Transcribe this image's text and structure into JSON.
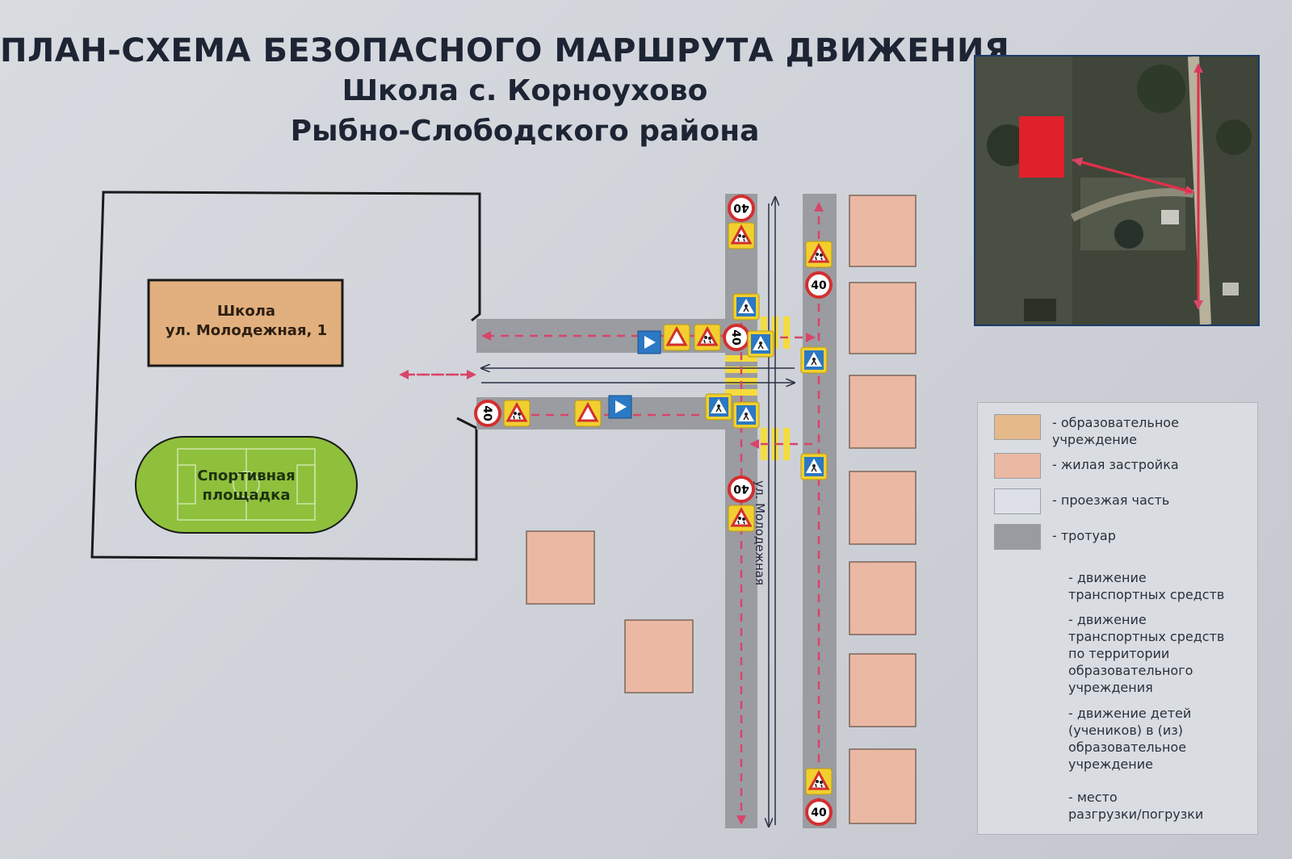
{
  "title": {
    "line1": "ПЛАН-СХЕМА БЕЗОПАСНОГО МАРШРУТА ДВИЖЕНИЯ",
    "line2": "Школа с. Корноухово",
    "line3": "Рыбно-Слободского района"
  },
  "map": {
    "school_label_line1": "Школа",
    "school_label_line2": "ул. Молодежная, 1",
    "sport_label_line1": "Спортивная",
    "sport_label_line2": "площадка",
    "street_name": "ул. Молодежная",
    "speed_limit": "40"
  },
  "legend": {
    "items": [
      {
        "text": [
          "- образовательное",
          "учреждение"
        ],
        "color": "#e6b98a"
      },
      {
        "text": [
          "- жилая застройка"
        ],
        "color": "#eab8a3"
      },
      {
        "text": [
          "- проезжая часть"
        ],
        "color": "#dde0e6"
      },
      {
        "text": [
          "- тротуар"
        ],
        "color": "#9a9ba0"
      },
      {
        "text": [
          "- движение",
          "транспортных средств"
        ]
      },
      {
        "text": [
          "- движение",
          "транспортных средств",
          "по территории",
          "образовательного",
          "учреждения"
        ]
      },
      {
        "text": [
          "- движение детей",
          "(учеников) в (из)",
          "образовательное",
          "учреждение"
        ]
      },
      {
        "text": [
          "- место",
          "разгрузки/погрузки"
        ]
      }
    ]
  },
  "colors": {
    "school": "#e2b07e",
    "residential": "#eab8a3",
    "sidewalk": "#9b9ca1",
    "route_children": "#d8456a",
    "route_vehicle_territory": "#4bb3a5",
    "sport_field": "#8ec03c"
  }
}
